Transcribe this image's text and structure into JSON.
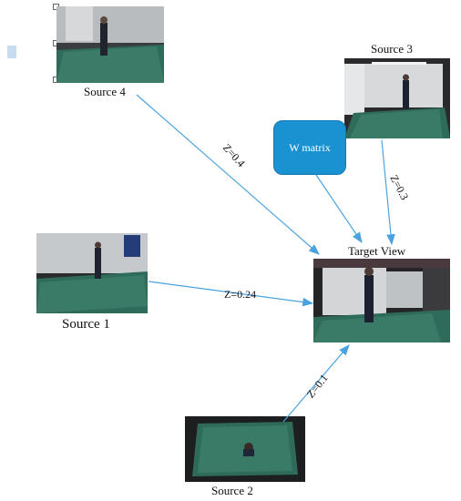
{
  "diagram": {
    "nodes": {
      "source4": {
        "label": "Source 4"
      },
      "source3": {
        "label": "Source 3"
      },
      "source1": {
        "label": "Source 1"
      },
      "source2": {
        "label": "Source 2"
      },
      "target": {
        "label": "Target View"
      },
      "wmatrix": {
        "label": "W matrix"
      }
    },
    "edges": [
      {
        "from": "source4",
        "to": "target",
        "label": "Z=0.4"
      },
      {
        "from": "source3",
        "to": "target",
        "label": "Z=0.3"
      },
      {
        "from": "source1",
        "to": "target",
        "label": "Z=0.24"
      },
      {
        "from": "source2",
        "to": "target",
        "label": "Z=0.1"
      },
      {
        "from": "wmatrix",
        "to": "target",
        "label": ""
      }
    ]
  },
  "colors": {
    "arrow": "#4aa3df",
    "box_fill": "#1a92d1",
    "floor": "#2f6b5a",
    "wall": "#cfd3d6"
  }
}
